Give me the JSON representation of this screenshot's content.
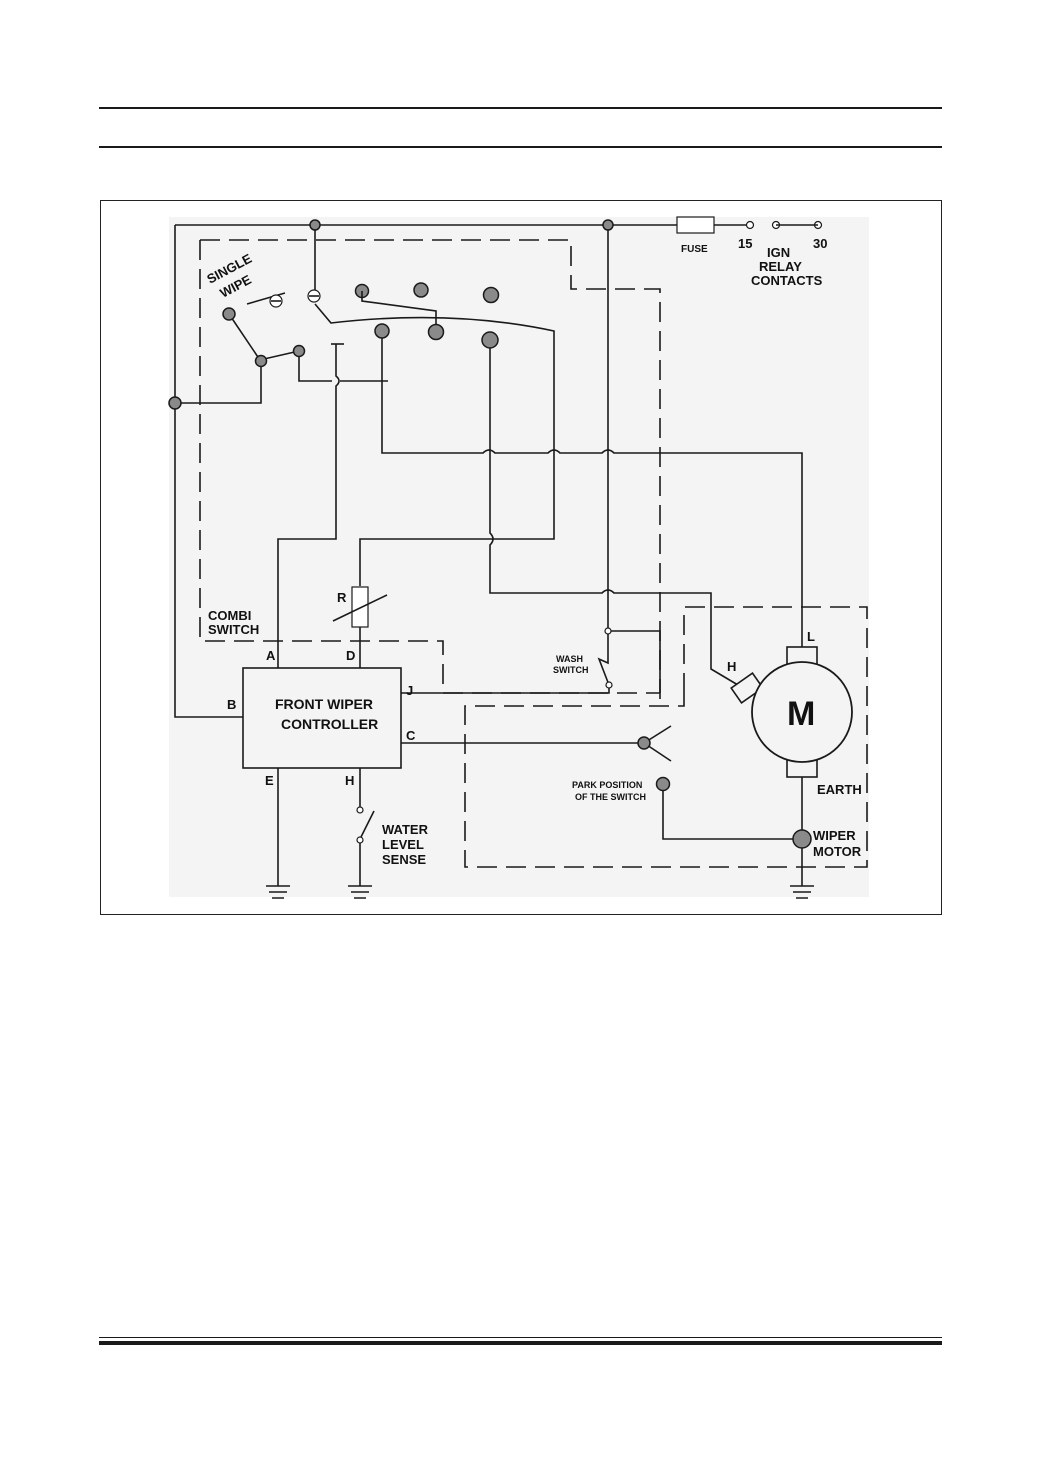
{
  "diagram": {
    "labels": {
      "single_wipe_1": "SINGLE",
      "single_wipe_2": "WIPE",
      "fuse": "FUSE",
      "term_15": "15",
      "term_30": "30",
      "ign_1": "IGN",
      "ign_2": "RELAY",
      "ign_3": "CONTACTS",
      "combi_1": "COMBI",
      "combi_2": "SWITCH",
      "resistor": "R",
      "pin_a": "A",
      "pin_d": "D",
      "pin_b": "B",
      "pin_j": "J",
      "pin_c": "C",
      "pin_e": "E",
      "pin_h": "H",
      "controller_1": "FRONT WIPER",
      "controller_2": "CONTROLLER",
      "wash_1": "WASH",
      "wash_2": "SWITCH",
      "motor_h": "H",
      "motor_l": "L",
      "motor_symbol": "M",
      "earth": "EARTH",
      "park_1": "PARK POSITION",
      "park_2": "OF THE SWITCH",
      "wiper_1": "WIPER",
      "wiper_2": "MOTOR",
      "water_1": "WATER",
      "water_2": "LEVEL",
      "water_3": "SENSE"
    }
  }
}
